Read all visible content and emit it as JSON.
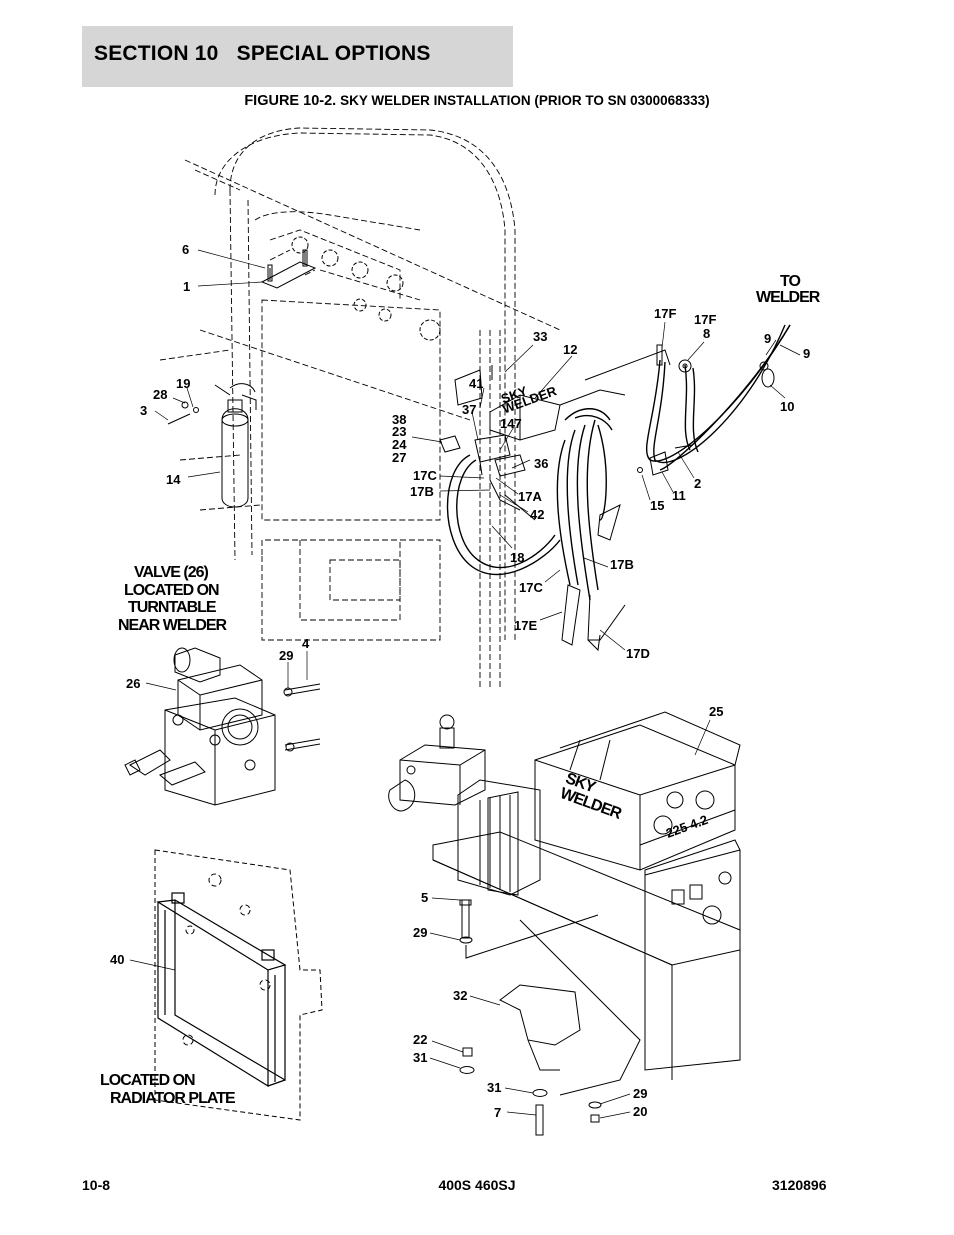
{
  "header": {
    "section_title": "SECTION 10   SPECIAL OPTIONS",
    "figure_prefix": "FIGURE 10-2.",
    "figure_title": "SKY WELDER INSTALLATION (PRIOR TO SN 0300068333)"
  },
  "diagram": {
    "notes": {
      "to_welder": [
        "TO",
        "WELDER"
      ],
      "valve_location": [
        "VALVE (26)",
        "LOCATED ON",
        "TURNTABLE",
        "NEAR WELDER"
      ],
      "radiator_location": [
        "LOCATED ON",
        "RADIATOR PLATE"
      ]
    },
    "welder_branding": [
      "SKY",
      "WELDER"
    ],
    "welder_dial": "225  4.2",
    "callouts": [
      "6",
      "1",
      "19",
      "28",
      "3",
      "14",
      "33",
      "12",
      "41",
      "37",
      "38",
      "23",
      "24",
      "27",
      "147",
      "36",
      "17C",
      "17B",
      "17A",
      "42",
      "18",
      "17F",
      "17F",
      "8",
      "9",
      "9",
      "10",
      "2",
      "11",
      "15",
      "17B",
      "17C",
      "17E",
      "17D",
      "29",
      "4",
      "26",
      "25",
      "5",
      "29",
      "40",
      "32",
      "22",
      "31",
      "31",
      "7",
      "29",
      "20"
    ]
  },
  "footer": {
    "page_number": "10-8",
    "model": "400S 460SJ",
    "doc_number": "3120896"
  }
}
